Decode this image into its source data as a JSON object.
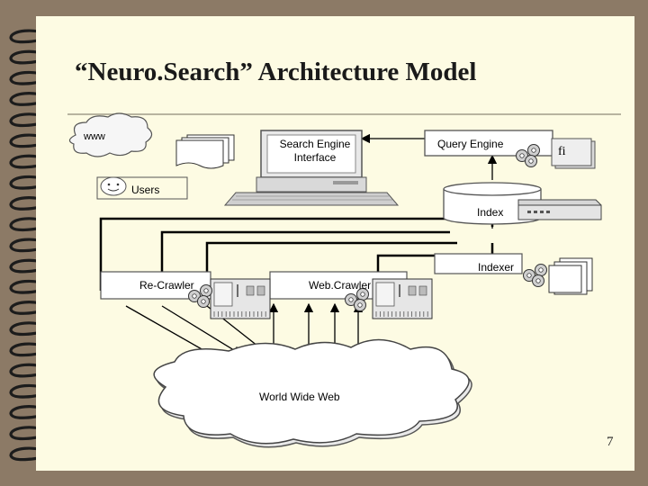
{
  "title": "“Neuro.Search” Architecture Model",
  "nodes": {
    "www": "www",
    "search_engine_interface": "Search Engine Interface",
    "query_engine": "Query Engine",
    "users": "Users",
    "index": "Index",
    "indexer": "Indexer",
    "re_crawler": "Re-Crawler",
    "web_crawler": "Web.Crawler",
    "world_wide_web": "World Wide Web"
  },
  "page_number": "7"
}
